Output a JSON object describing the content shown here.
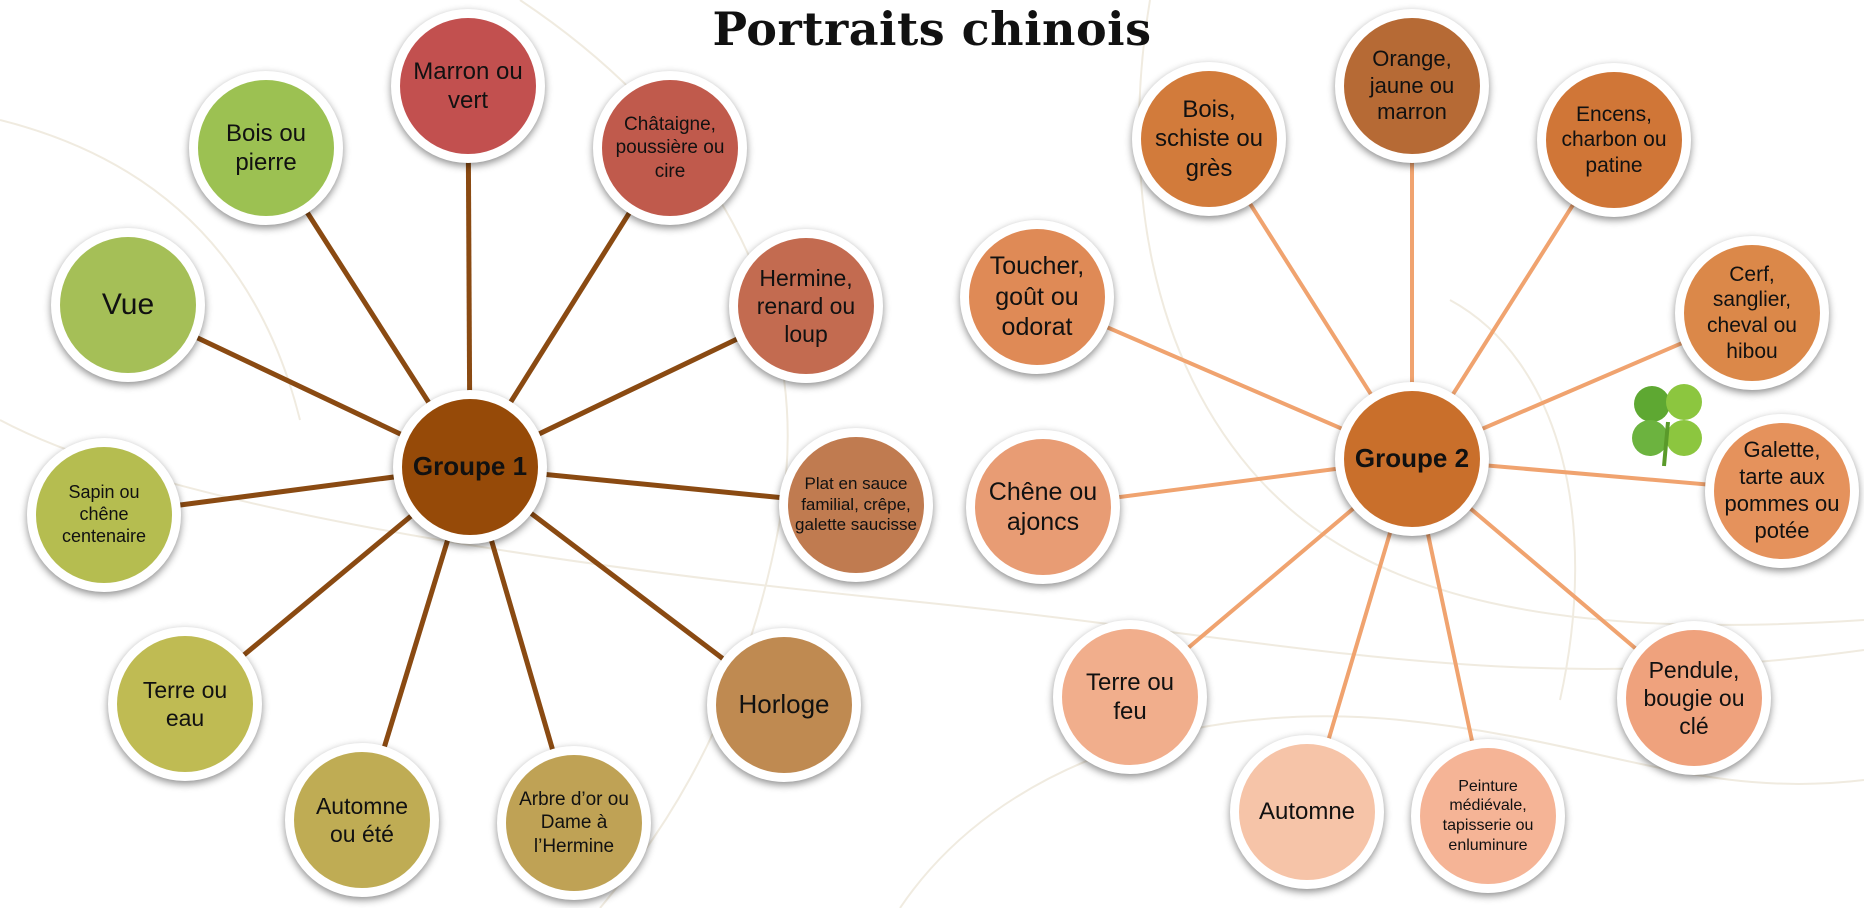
{
  "title": "Portraits chinois",
  "groups": [
    {
      "id": "groupe-1",
      "label": "Groupe 1",
      "connector_color": "#8a4a12",
      "center_color": "#964a08",
      "satellites": [
        {
          "id": "g1-vue",
          "text": "Vue",
          "color": "#a5bf57"
        },
        {
          "id": "g1-bois-pierre",
          "text": "Bois ou pierre",
          "color": "#9cc152"
        },
        {
          "id": "g1-marron-vert",
          "text": "Marron ou vert",
          "color": "#c2504f"
        },
        {
          "id": "g1-chataigne",
          "text": "Châtaigne, poussière ou cire",
          "color": "#c05a4c"
        },
        {
          "id": "g1-hermine",
          "text": "Hermine, renard ou loup",
          "color": "#c36b50"
        },
        {
          "id": "g1-plat",
          "text": "Plat en sauce familial, crêpe, galette saucisse",
          "color": "#c07b50"
        },
        {
          "id": "g1-horloge",
          "text": "Horloge",
          "color": "#bf8a51"
        },
        {
          "id": "g1-arbre",
          "text": "Arbre d’or ou Dame à l’Hermine",
          "color": "#bfa255"
        },
        {
          "id": "g1-automne-ete",
          "text": "Automne ou été",
          "color": "#bfac54"
        },
        {
          "id": "g1-terre-eau",
          "text": "Terre ou eau",
          "color": "#bfbb53"
        },
        {
          "id": "g1-sapin",
          "text": "Sapin ou chêne centenaire",
          "color": "#b5bd50"
        }
      ]
    },
    {
      "id": "groupe-2",
      "label": "Groupe 2",
      "connector_color": "#f0a36f",
      "center_color": "#c96f2b",
      "satellites": [
        {
          "id": "g2-orange",
          "text": "Orange, jaune ou marron",
          "color": "#b66a35"
        },
        {
          "id": "g2-encens",
          "text": "Encens, charbon ou patine",
          "color": "#d07637"
        },
        {
          "id": "g2-cerf",
          "text": "Cerf, sanglier, cheval ou hibou",
          "color": "#db8849"
        },
        {
          "id": "g2-galette",
          "text": "Galette, tarte aux pommes ou potée",
          "color": "#e5925c"
        },
        {
          "id": "g2-pendule",
          "text": "Pendule, bougie ou clé",
          "color": "#efa27d"
        },
        {
          "id": "g2-peinture",
          "text": "Peinture médiévale, tapisserie ou enluminure",
          "color": "#f5b496"
        },
        {
          "id": "g2-automne",
          "text": "Automne",
          "color": "#f6c4a8"
        },
        {
          "id": "g2-terre-feu",
          "text": "Terre ou feu",
          "color": "#f1ae8c"
        },
        {
          "id": "g2-chene",
          "text": "Chêne ou ajoncs",
          "color": "#e89c74"
        },
        {
          "id": "g2-toucher",
          "text": "Toucher, goût ou odorat",
          "color": "#df8a56"
        },
        {
          "id": "g2-bois-schiste",
          "text": "Bois, schiste ou grès",
          "color": "#d27b3b"
        }
      ]
    }
  ],
  "decoration": {
    "clover_icon_colors": [
      "#5ea832",
      "#8cc63f",
      "#6cb33f"
    ]
  }
}
